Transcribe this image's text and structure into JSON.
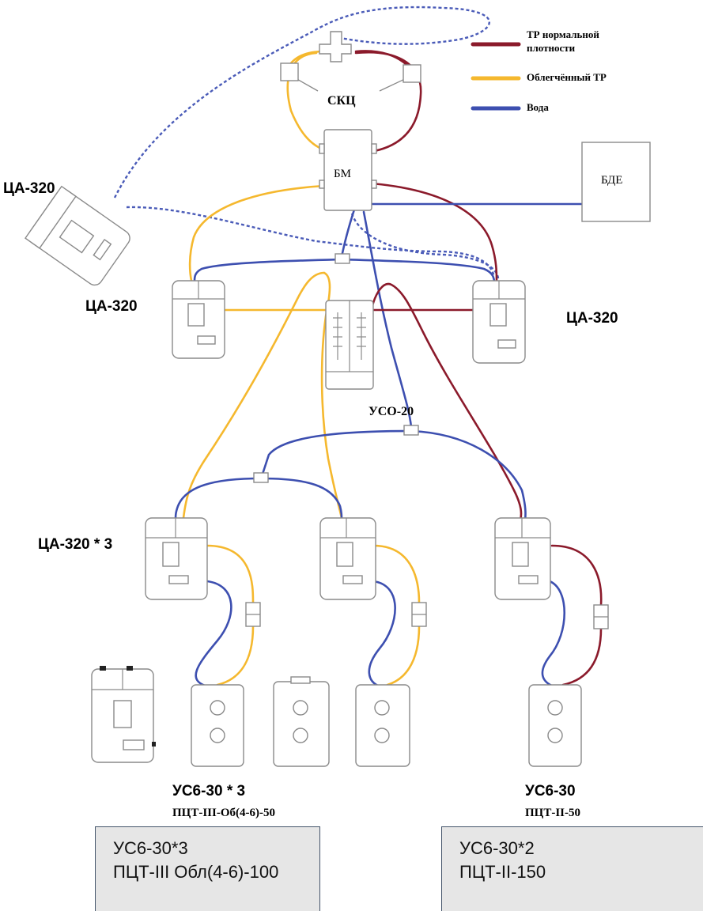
{
  "legend": {
    "normal_line1": "ТР нормальной",
    "normal_line2": "плотности",
    "light": "Облегчённый ТР",
    "water": "Вода",
    "colors": {
      "normal": "#8b1a2b",
      "light": "#f5b82e",
      "water": "#3d4fb0"
    }
  },
  "labels": {
    "skc": "СКЦ",
    "bm": "БМ",
    "bde": "БДЕ",
    "ca_left_top": "ЦА-320",
    "ca_mid_left": "ЦА-320",
    "ca_mid_right": "ЦА-320",
    "uso": "УСО-20",
    "ca_bottom": "ЦА-320 * 3",
    "us_left": "УС6-30 * 3",
    "pct_left": "ПЦТ-III-Об(4-6)-50",
    "us_right": "УС6-30",
    "pct_right": "ПЦТ-II-50"
  },
  "notes": {
    "left": {
      "line1": "УС6-30*3",
      "line2": "ПЦТ-III Обл(4-6)-100"
    },
    "right": {
      "line1": "УС6-30*2",
      "line2": "ПЦТ-II-150"
    }
  }
}
